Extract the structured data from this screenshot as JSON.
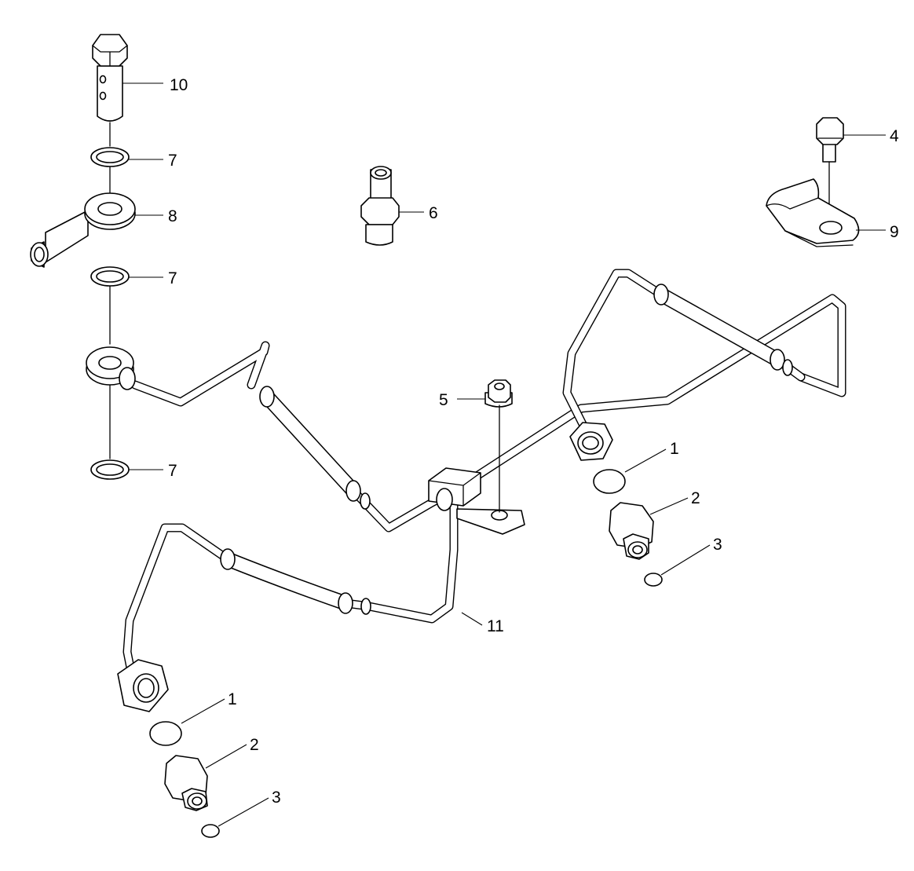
{
  "callouts": [
    {
      "id": "c10",
      "text": "10"
    },
    {
      "id": "c7a",
      "text": "7"
    },
    {
      "id": "c8",
      "text": "8"
    },
    {
      "id": "c7b",
      "text": "7"
    },
    {
      "id": "c7c",
      "text": "7"
    },
    {
      "id": "c6",
      "text": "6"
    },
    {
      "id": "c4",
      "text": "4"
    },
    {
      "id": "c9",
      "text": "9"
    },
    {
      "id": "c5",
      "text": "5"
    },
    {
      "id": "c1a",
      "text": "1"
    },
    {
      "id": "c2a",
      "text": "2"
    },
    {
      "id": "c3a",
      "text": "3"
    },
    {
      "id": "c11",
      "text": "11"
    },
    {
      "id": "c1b",
      "text": "1"
    },
    {
      "id": "c2b",
      "text": "2"
    },
    {
      "id": "c3b",
      "text": "3"
    }
  ]
}
